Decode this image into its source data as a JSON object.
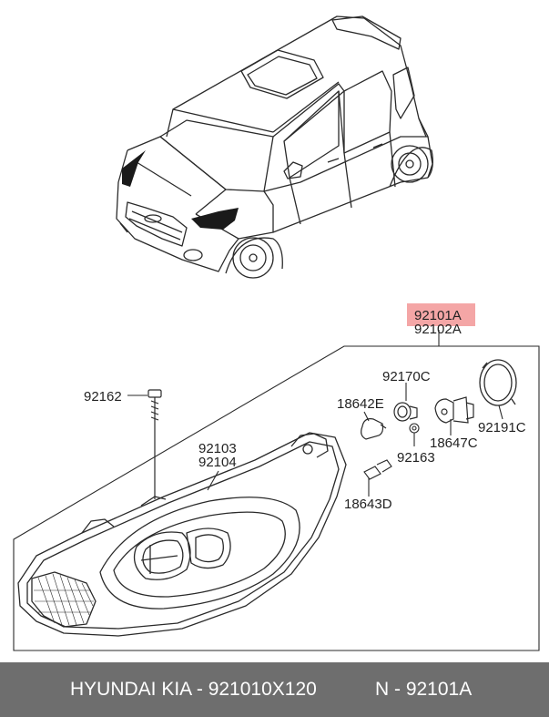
{
  "colors": {
    "highlight": "#f4a6a6",
    "footer_bg": "#6e6e6e",
    "line": "#2a2a2a",
    "headlamp_dark": "#1a1a1a"
  },
  "labels": {
    "assembly_a": "92101A",
    "assembly_b": "92102A",
    "screw": "92162",
    "cover": "92170C",
    "bulb_wedge": "18642E",
    "bulb_h4": "18647C",
    "cap": "92191C",
    "socket_small": "92163",
    "lamp_housing_a": "92103",
    "lamp_housing_b": "92104",
    "bulb_small": "18643D"
  },
  "footer": {
    "brand_part": "HYUNDAI  KIA - 921010X120",
    "ref": "N - 92101A"
  }
}
